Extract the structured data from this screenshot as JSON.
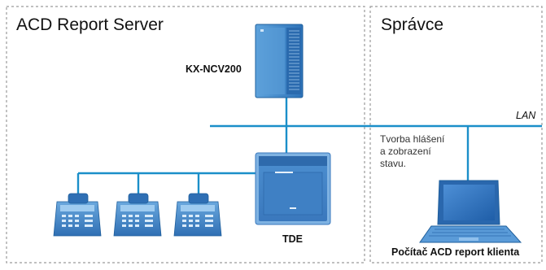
{
  "zones": {
    "left_title": "ACD Report Server",
    "right_title": "Správce"
  },
  "devices": {
    "server_label": "KX-NCV200",
    "pbx_label": "TDE",
    "pc_label": "Počítač ACD report klienta"
  },
  "network": {
    "lan_label": "LAN"
  },
  "note": {
    "lines": [
      "Tvorba hlášení",
      "a zobrazení",
      "stavu."
    ]
  },
  "colors": {
    "line": "#1b8fc9",
    "device_blue": "#3d86c8",
    "device_dark": "#1f5f9c",
    "border": "#9a9a9a"
  }
}
